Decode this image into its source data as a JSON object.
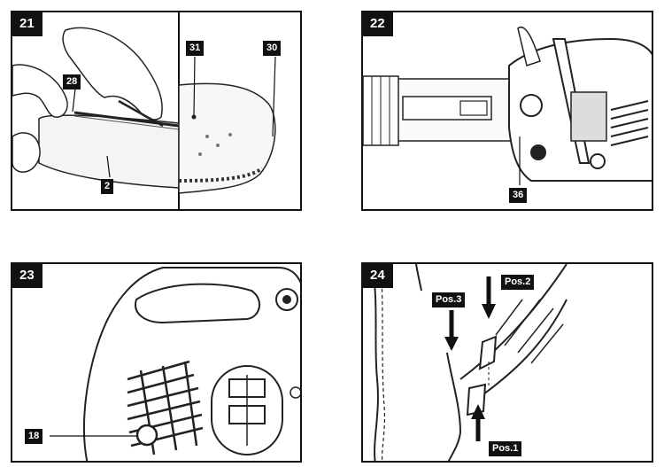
{
  "figures": [
    {
      "number": "21",
      "callouts": [
        "28",
        "2",
        "31",
        "30"
      ]
    },
    {
      "number": "22",
      "callouts": [
        "36"
      ]
    },
    {
      "number": "23",
      "callouts": [
        "18"
      ]
    },
    {
      "number": "24",
      "callouts": [
        "Pos.3",
        "Pos.2",
        "Pos.1"
      ]
    }
  ]
}
